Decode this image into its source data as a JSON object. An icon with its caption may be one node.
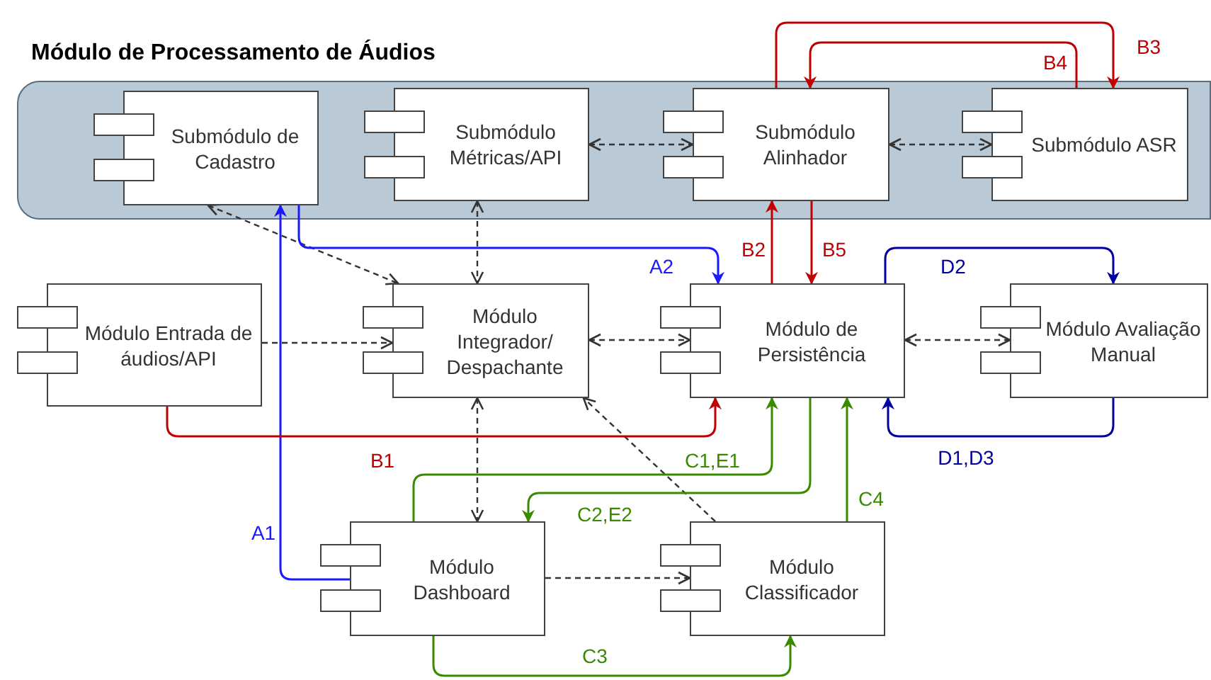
{
  "diagram": {
    "nodes": [
      {
        "text": [
          "Módulo de Processamento de Áudios"
        ]
      },
      {
        "text": [
          "Submódulo de Cadastro"
        ],
        "in": 0
      },
      {
        "text": [
          "Submódulo Métricas/API"
        ],
        "in": 0
      },
      {
        "text": [
          "Submódulo Alinhador"
        ],
        "in": 0
      },
      {
        "text": [
          "Submódulo ASR"
        ],
        "in": 0
      },
      {
        "text": [
          "Módulo Entrada de áudios/API"
        ]
      },
      {
        "text": [
          "Módulo Integrador/ Despachante"
        ]
      },
      {
        "text": [
          "Módulo de Persistência"
        ]
      },
      {
        "text": [
          "Módulo Avaliação Manual"
        ]
      },
      {
        "text": [
          "Módulo Dashboard"
        ]
      },
      {
        "text": [
          "Módulo Classificador"
        ]
      }
    ],
    "edges": [
      {
        "from": 2,
        "to": 3,
        "arrow": "both",
        "style": "dashed"
      },
      {
        "from": 3,
        "to": 4,
        "arrow": "both",
        "style": "dashed"
      },
      {
        "from": 1,
        "to": 6,
        "arrow": "both",
        "style": "dashed"
      },
      {
        "from": 2,
        "to": 6,
        "arrow": "both",
        "style": "dashed"
      },
      {
        "from": 5,
        "to": 6,
        "arrow": "to",
        "style": "dashed"
      },
      {
        "from": 6,
        "to": 7,
        "arrow": "both",
        "style": "dashed"
      },
      {
        "from": 7,
        "to": 8,
        "arrow": "both",
        "style": "dashed"
      },
      {
        "from": 6,
        "to": 9,
        "arrow": "both",
        "style": "dashed"
      },
      {
        "from": 9,
        "to": 10,
        "arrow": "to",
        "style": "dashed"
      },
      {
        "from": 10,
        "to": 6,
        "arrow": "to",
        "style": "dashed"
      },
      {
        "from": 9,
        "to": 1,
        "arrow": "to",
        "label": "A1",
        "color": "#1a1aff"
      },
      {
        "from": 1,
        "to": 7,
        "arrow": "to",
        "label": "A2",
        "color": "#1a1aff"
      },
      {
        "from": 5,
        "to": 7,
        "arrow": "to",
        "label": "B1",
        "color": "#c00000"
      },
      {
        "from": 7,
        "to": 3,
        "arrow": "to",
        "label": "B2",
        "color": "#c00000"
      },
      {
        "from": 3,
        "to": 7,
        "arrow": "to",
        "label": "B5",
        "color": "#c00000"
      },
      {
        "from": 3,
        "to": 4,
        "arrow": "to",
        "label": "B3",
        "color": "#c00000"
      },
      {
        "from": 4,
        "to": 3,
        "arrow": "to",
        "label": "B4",
        "color": "#c00000"
      },
      {
        "from": 7,
        "to": 8,
        "arrow": "to",
        "label": "D2",
        "color": "#00009c"
      },
      {
        "from": 8,
        "to": 7,
        "arrow": "to",
        "label": "D1,D3",
        "color": "#00009c"
      },
      {
        "from": 9,
        "to": 7,
        "arrow": "to",
        "label": "C1,E1",
        "color": "#3a8a00"
      },
      {
        "from": 7,
        "to": 9,
        "arrow": "to",
        "label": "C2,E2",
        "color": "#3a8a00"
      },
      {
        "from": 9,
        "to": 10,
        "arrow": "to",
        "label": "C3",
        "color": "#3a8a00"
      },
      {
        "from": 10,
        "to": 7,
        "arrow": "to",
        "label": "C4",
        "color": "#3a8a00"
      }
    ]
  }
}
